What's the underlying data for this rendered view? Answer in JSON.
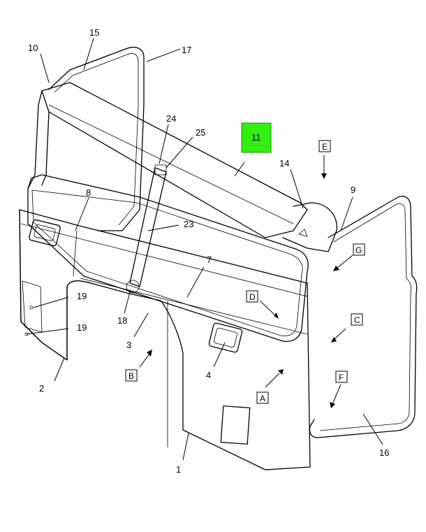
{
  "callouts": [
    {
      "id": "c1",
      "label": "1"
    },
    {
      "id": "c2",
      "label": "2"
    },
    {
      "id": "c3",
      "label": "3"
    },
    {
      "id": "c4",
      "label": "4"
    },
    {
      "id": "c7",
      "label": "7"
    },
    {
      "id": "c8",
      "label": "8"
    },
    {
      "id": "c9",
      "label": "9"
    },
    {
      "id": "c10",
      "label": "10"
    },
    {
      "id": "c11",
      "label": "11",
      "highlighted": true
    },
    {
      "id": "c14",
      "label": "14"
    },
    {
      "id": "c15",
      "label": "15"
    },
    {
      "id": "c16",
      "label": "16"
    },
    {
      "id": "c17",
      "label": "17"
    },
    {
      "id": "c18",
      "label": "18"
    },
    {
      "id": "c19a",
      "label": "19"
    },
    {
      "id": "c19b",
      "label": "19"
    },
    {
      "id": "c23",
      "label": "23"
    },
    {
      "id": "c24",
      "label": "24"
    },
    {
      "id": "c25",
      "label": "25"
    }
  ],
  "view_letters": [
    "A",
    "B",
    "C",
    "D",
    "E",
    "F",
    "G"
  ],
  "colors": {
    "highlight": "#33ee11",
    "line": "#000000",
    "background": "#ffffff"
  }
}
